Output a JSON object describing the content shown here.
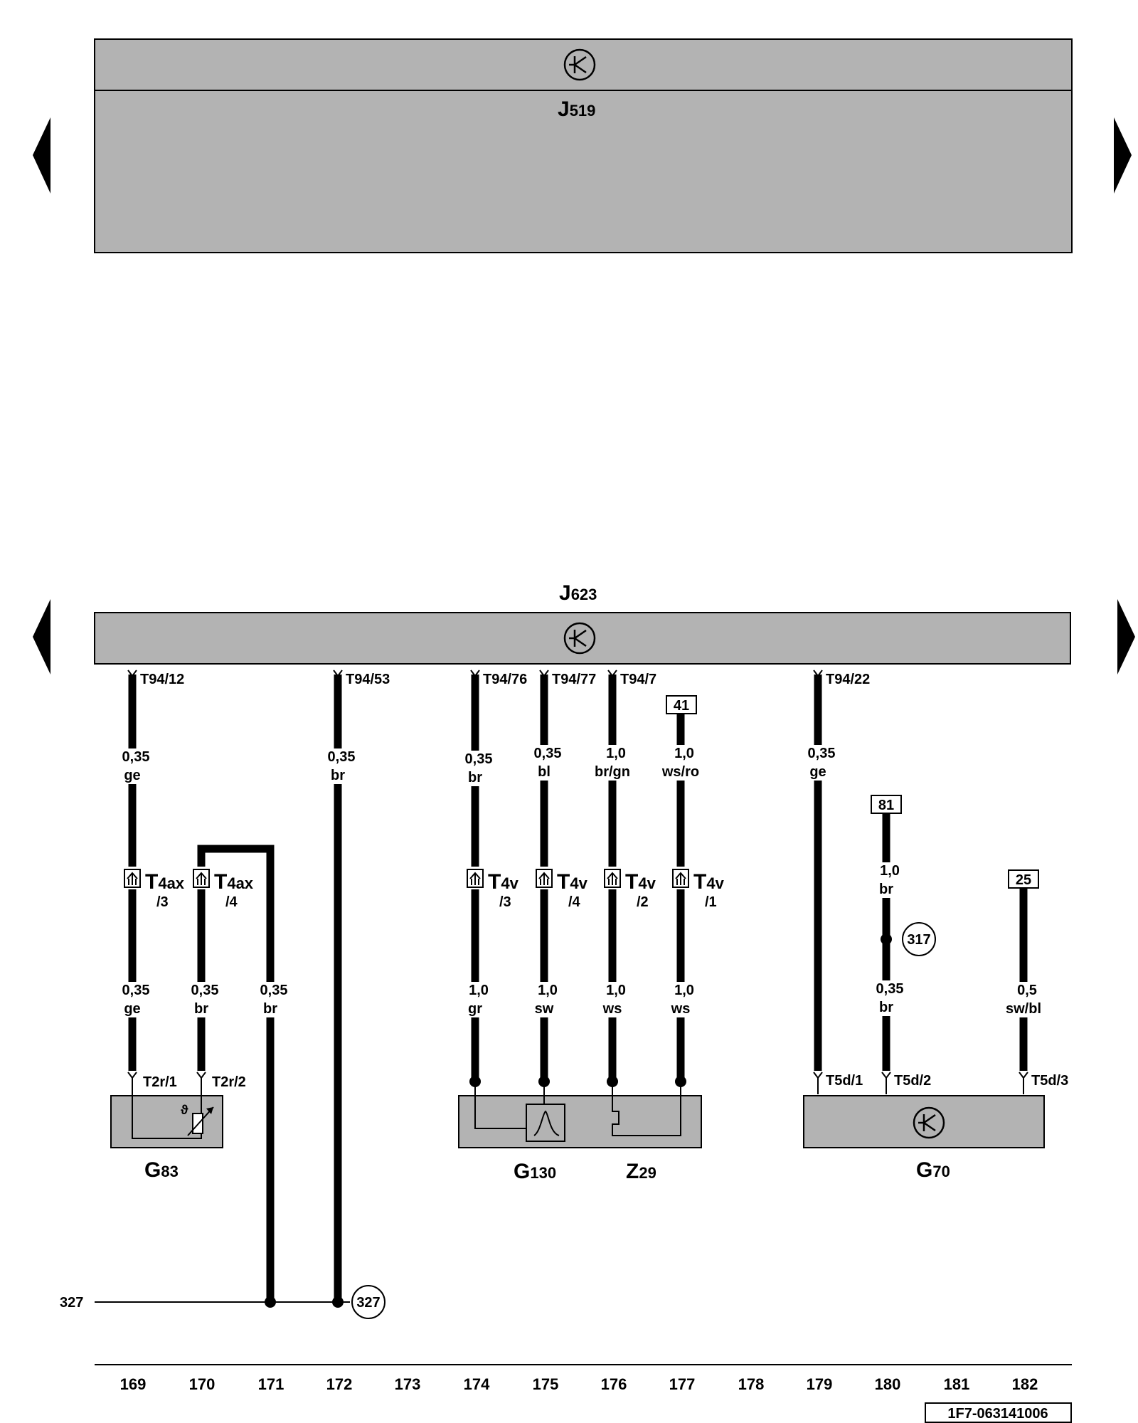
{
  "top_unit": {
    "label": "J",
    "sub": "519"
  },
  "bottom_unit": {
    "label": "J",
    "sub": "623"
  },
  "pins": {
    "t94_12": "T94/12",
    "t94_53": "T94/53",
    "t94_76": "T94/76",
    "t94_77": "T94/77",
    "t94_7": "T94/7",
    "t94_22": "T94/22",
    "t2r_1": "T2r/1",
    "t2r_2": "T2r/2",
    "t5d_1": "T5d/1",
    "t5d_2": "T5d/2",
    "t5d_3": "T5d/3"
  },
  "wires": {
    "w169a": [
      "0,35",
      "ge"
    ],
    "w172": [
      "0,35",
      "br"
    ],
    "w174a": [
      "0,35",
      "br"
    ],
    "w175a": [
      "0,35",
      "bl"
    ],
    "w176a": [
      "1,0",
      "br/gn"
    ],
    "w177a": [
      "1,0",
      "ws/ro"
    ],
    "w179": [
      "0,35",
      "ge"
    ],
    "w180a": [
      "1,0",
      "br"
    ],
    "w169b": [
      "0,35",
      "ge"
    ],
    "w170b": [
      "0,35",
      "br"
    ],
    "w171": [
      "0,35",
      "br"
    ],
    "w174b": [
      "1,0",
      "gr"
    ],
    "w175b": [
      "1,0",
      "sw"
    ],
    "w176b": [
      "1,0",
      "ws"
    ],
    "w177b": [
      "1,0",
      "ws"
    ],
    "w180b": [
      "0,35",
      "br"
    ],
    "w182": [
      "0,5",
      "sw/bl"
    ]
  },
  "connectors": {
    "t4ax3": {
      "name": "T",
      "sub": "4ax",
      "pin": "/3"
    },
    "t4ax4": {
      "name": "T",
      "sub": "4ax",
      "pin": "/4"
    },
    "t4v3": {
      "name": "T",
      "sub": "4v",
      "pin": "/3"
    },
    "t4v4": {
      "name": "T",
      "sub": "4v",
      "pin": "/4"
    },
    "t4v2": {
      "name": "T",
      "sub": "4v",
      "pin": "/2"
    },
    "t4v1": {
      "name": "T",
      "sub": "4v",
      "pin": "/1"
    }
  },
  "refs": {
    "r41": "41",
    "r81": "81",
    "r25": "25"
  },
  "circles": {
    "c317": "317",
    "c327": "327"
  },
  "ground_label": "327",
  "components": {
    "g83": {
      "name": "G",
      "sub": "83"
    },
    "g130": {
      "name": "G",
      "sub": "130"
    },
    "z29": {
      "name": "Z",
      "sub": "29"
    },
    "g70": {
      "name": "G",
      "sub": "70"
    }
  },
  "columns": [
    "169",
    "170",
    "171",
    "172",
    "173",
    "174",
    "175",
    "176",
    "177",
    "178",
    "179",
    "180",
    "181",
    "182"
  ],
  "doc_id": "1F7-063141006"
}
